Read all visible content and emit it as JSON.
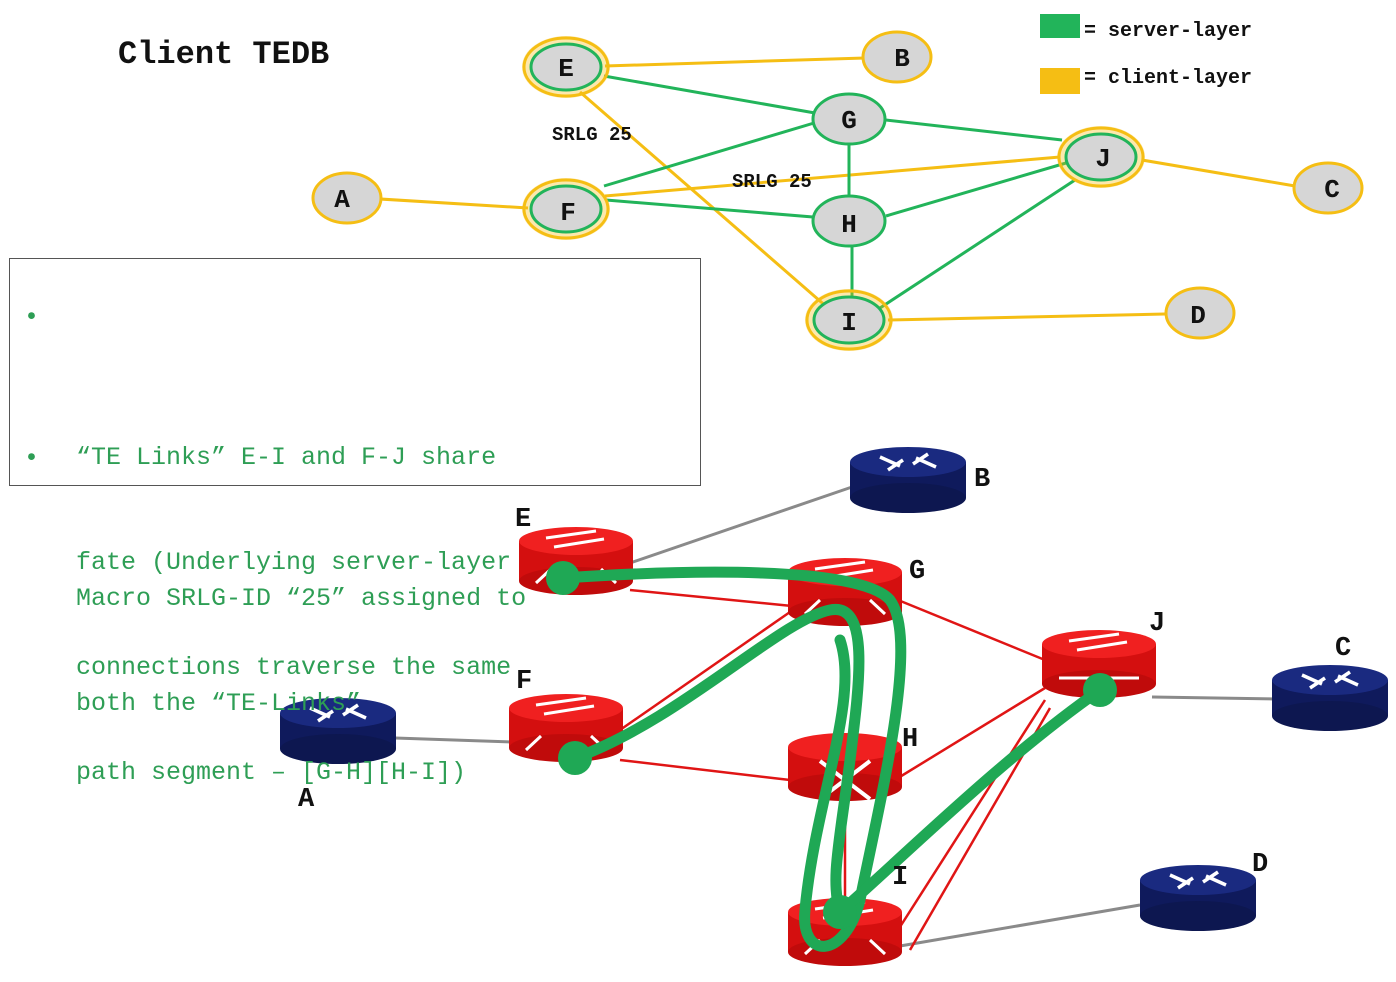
{
  "title": "Client TEDB",
  "legend": [
    {
      "label": "= server-layer",
      "color": "#22b45a"
    },
    {
      "label": "= client-layer",
      "color": "#f5be14"
    }
  ],
  "tedb": {
    "nodes": [
      "E",
      "B",
      "G",
      "J",
      "C",
      "A",
      "F",
      "H",
      "I",
      "D"
    ],
    "srlg_labels": [
      "SRLG 25",
      "SRLG 25"
    ]
  },
  "notes": [
    {
      "bullet": "•",
      "lines": [
        "“TE Links” E-I and F-J share",
        "fate (Underlying server-layer",
        "connections traverse the same",
        "path segment – [G-H][H-I])"
      ]
    },
    {
      "bullet": "•",
      "lines": [
        "Macro SRLG-ID “25” assigned to",
        "both the “TE-Links”"
      ]
    }
  ],
  "physical": {
    "red_routers": [
      "E",
      "G",
      "F",
      "J",
      "H",
      "I"
    ],
    "blue_routers": [
      "B",
      "A",
      "C",
      "D"
    ]
  },
  "colors": {
    "server": "#22b45a",
    "client": "#f5be14",
    "node_fill": "#d6d6d6",
    "red_router": "#e01515",
    "blue_router": "#13206e",
    "link_gray": "#8a8a8a"
  }
}
